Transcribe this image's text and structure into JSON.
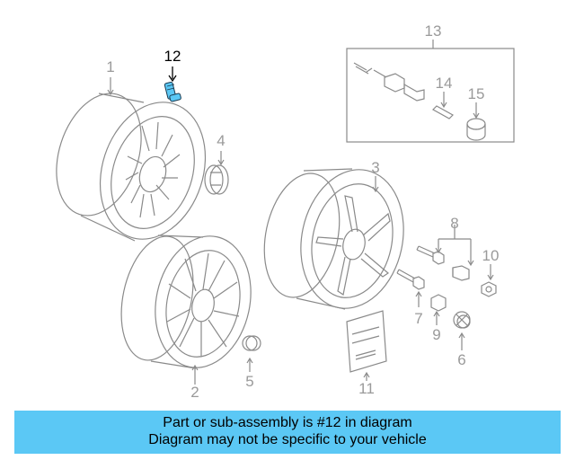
{
  "diagram": {
    "callouts": [
      "1",
      "2",
      "3",
      "4",
      "5",
      "6",
      "7",
      "8",
      "9",
      "10",
      "11",
      "12",
      "13",
      "14",
      "15"
    ],
    "highlighted_part": "12",
    "highlight_color": "#5bc8f5",
    "line_color": "#9a9a9a"
  },
  "banner": {
    "line1": "Part or sub-assembly is #12 in diagram",
    "line2": "Diagram may not be specific to your vehicle",
    "background": "#5bc8f5"
  }
}
